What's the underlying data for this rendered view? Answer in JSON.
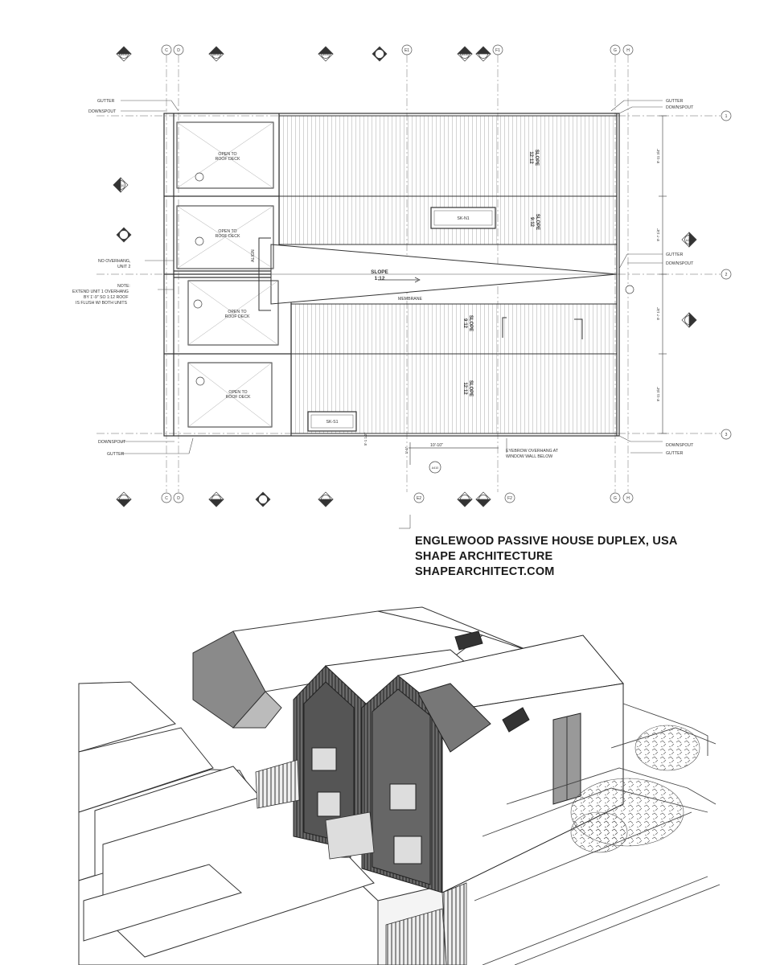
{
  "caption": {
    "line1": "ENGLEWOOD PASSIVE HOUSE DUPLEX, USA",
    "line2": "SHAPE ARCHITECTURE",
    "line3": "SHAPEARCHITECT.COM"
  },
  "plan": {
    "grid_top": [
      "C",
      "D",
      "E1",
      "F1",
      "G",
      "H"
    ],
    "grid_bottom": [
      "C",
      "D",
      "E2",
      "F2",
      "G",
      "H"
    ],
    "grid_rows": [
      "1",
      "2",
      "3"
    ],
    "section_tags": [
      "A410",
      "A410",
      "A410",
      "A410",
      "A410",
      "A410",
      "A410",
      "A410",
      "A410",
      "A410"
    ],
    "labels": {
      "gutter": "GUTTER",
      "downspout": "DOWNSPOUT",
      "open_to": "OPEN TO",
      "roof_deck": "ROOF DECK",
      "no_overhang": "NO OVERHANG,",
      "unit2": "UNIT 2",
      "note": "NOTE:",
      "note_line1": "EXTEND UNIT 1 OVERHANG",
      "note_line2": "BY 1'-9\" SO 1:12 ROOF",
      "note_line3": "IS FLUSH W/ BOTH UNITS",
      "align": "ALIGN",
      "slope": "SLOPE",
      "slope_1_12": "1:12",
      "slope_12_12": "12:12",
      "slope_9_12": "9:12",
      "membrane": "MEMBRANE",
      "sk_n1": "SK-N1",
      "sk_s1": "SK-S1",
      "eyebrow1": "EYEBROW OVERHANG AT",
      "eyebrow2": "WINDOW WALL BELOW",
      "dim_10_10": "10'-10\"",
      "dim_9_11": "9'-11 3/4\"",
      "dim_9_7": "9'-7 1/4\"",
      "dim_1_1": "1'-1\"",
      "dim_5_1": "5'-1 1/2\""
    }
  }
}
